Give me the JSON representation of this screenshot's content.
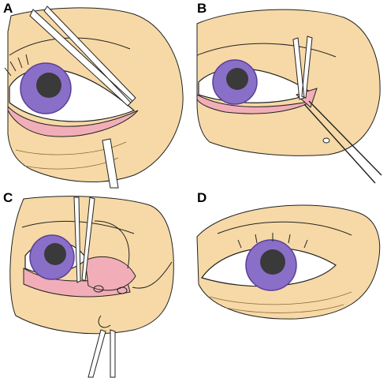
{
  "panels": [
    {
      "label": "A"
    },
    {
      "label": "B"
    },
    {
      "label": "C"
    },
    {
      "label": "D"
    }
  ],
  "colors": {
    "skin": "#f6d9a6",
    "skin_shadow": "#e9c48d",
    "conjunctiva": "#f2aeb8",
    "iris": "#8a6fc9",
    "iris_dark": "#5a3f96",
    "pupil": "#3a3a3a",
    "sclera": "#ffffff",
    "ink": "#1a1a1a"
  }
}
